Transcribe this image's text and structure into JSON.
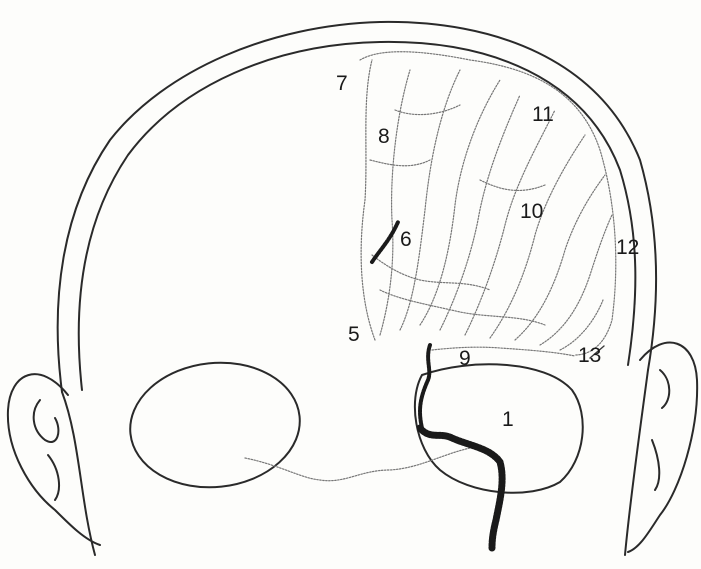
{
  "labels": {
    "l1": "1",
    "l5": "5",
    "l6": "6",
    "l7": "7",
    "l8": "8",
    "l9": "9",
    "l10": "10",
    "l11": "11",
    "l12": "12",
    "l13": "13"
  }
}
